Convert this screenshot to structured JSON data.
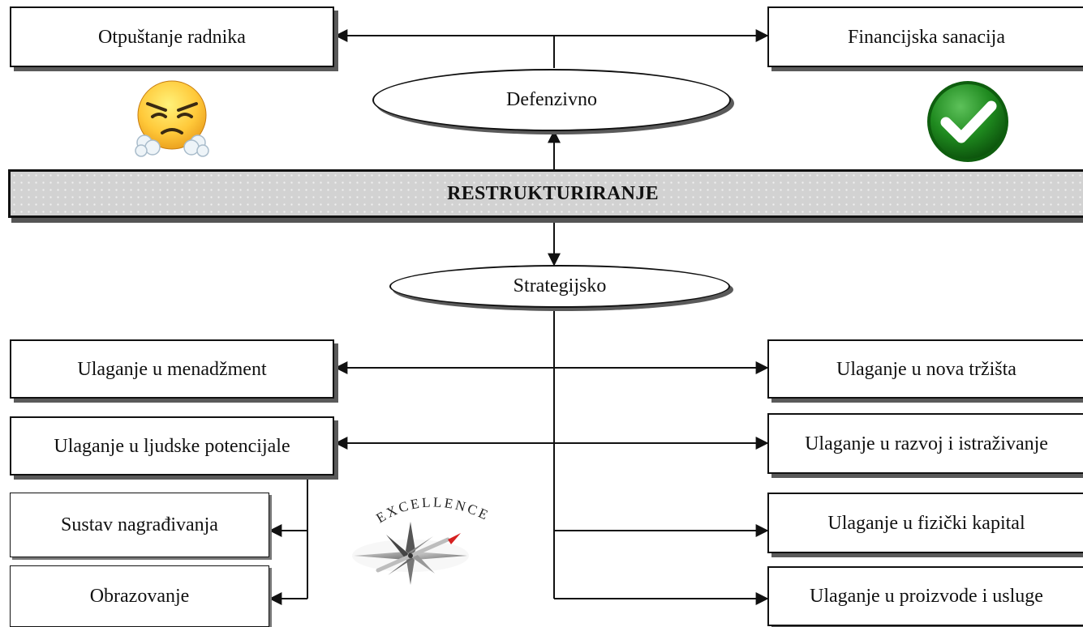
{
  "center": "RESTRUKTURIRANJE",
  "defensive": {
    "label": "Defenzivno",
    "left": "Otpuštanje radnika",
    "right": "Financijska sanacija",
    "left_icon": "angry-face-icon",
    "right_icon": "checkmark-icon"
  },
  "strategic": {
    "label": "Strategijsko",
    "left": [
      "Ulaganje u menadžment",
      "Ulaganje u ljudske potencijale"
    ],
    "sub": [
      "Sustav nagrađivanja",
      "Obrazovanje"
    ],
    "right": [
      "Ulaganje u nova tržišta",
      "Ulaganje u razvoj i istraživanje",
      "Ulaganje u fizički kapital",
      "Ulaganje u proizvode i usluge"
    ],
    "compass_text": "EXCELLENCE"
  }
}
